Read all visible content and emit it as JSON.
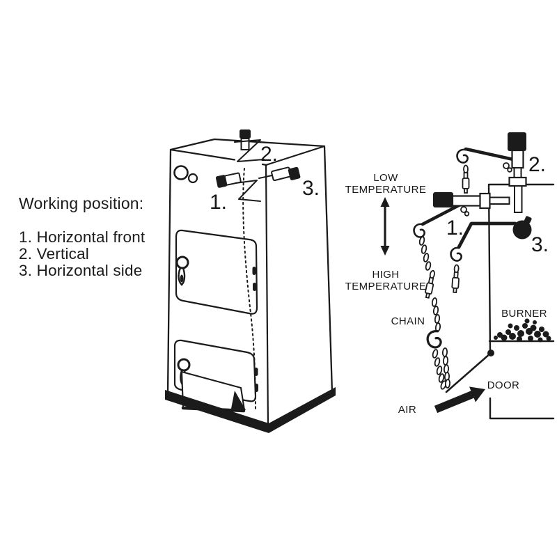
{
  "instructions": {
    "title": "Working position:",
    "items": [
      "1. Horizontal front",
      "2. Vertical",
      "3. Horizontal side"
    ]
  },
  "boiler": {
    "position_labels": {
      "front": "1.",
      "top": "2.",
      "side": "3."
    }
  },
  "schematic": {
    "low_temp": [
      "LOW",
      "TEMPERATURE"
    ],
    "high_temp": [
      "HIGH",
      "TEMPERATURE"
    ],
    "chain": "CHAIN",
    "burner": "BURNER",
    "door": "DOOR",
    "air": "AIR",
    "position_labels": {
      "vertical": "2.",
      "horizontal_front": "1.",
      "horizontal_side": "3."
    }
  },
  "colors": {
    "ink": "#1b1b1b",
    "background": "#ffffff"
  }
}
